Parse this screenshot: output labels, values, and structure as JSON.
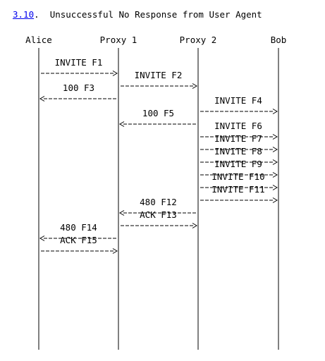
{
  "section": {
    "number": "3.10",
    "title": "Unsuccessful No Response from User Agent"
  },
  "participants": [
    "Alice",
    "Proxy 1",
    "Proxy 2",
    "Bob"
  ],
  "messages": [
    {
      "label": "INVITE F1",
      "from": 0,
      "to": 1
    },
    {
      "label": "INVITE F2",
      "from": 1,
      "to": 2
    },
    {
      "label": "100  F3",
      "from": 1,
      "to": 0
    },
    {
      "label": "INVITE F4",
      "from": 2,
      "to": 3
    },
    {
      "label": "100  F5",
      "from": 2,
      "to": 1
    },
    {
      "label": "INVITE F6",
      "from": 2,
      "to": 3
    },
    {
      "label": "INVITE F7",
      "from": 2,
      "to": 3
    },
    {
      "label": "INVITE F8",
      "from": 2,
      "to": 3
    },
    {
      "label": "INVITE F9",
      "from": 2,
      "to": 3
    },
    {
      "label": "INVITE F10",
      "from": 2,
      "to": 3
    },
    {
      "label": "INVITE F11",
      "from": 2,
      "to": 3
    },
    {
      "label": "480 F12",
      "from": 2,
      "to": 1
    },
    {
      "label": "ACK F13",
      "from": 1,
      "to": 2
    },
    {
      "label": "480 F14",
      "from": 1,
      "to": 0
    },
    {
      "label": "ACK F15",
      "from": 0,
      "to": 1
    }
  ]
}
